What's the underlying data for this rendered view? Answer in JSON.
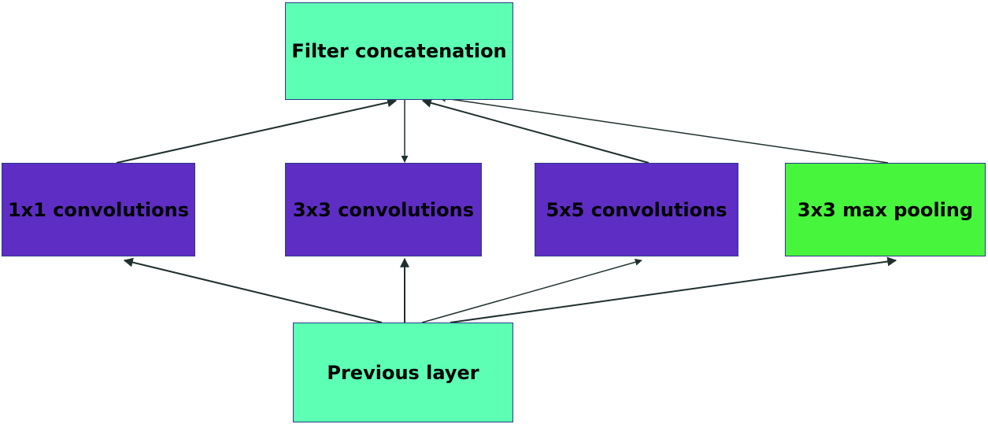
{
  "nodes": {
    "filter_concat": "Filter concatenation",
    "conv_1x1": "1x1 convolutions",
    "conv_3x3": "3x3 convolutions",
    "conv_5x5": "5x5 convolutions",
    "max_pool": "3x3 max pooling",
    "previous_layer": "Previous layer"
  },
  "colors": {
    "teal_fill": "#5cffb3",
    "purple_fill": "#5e2dc4",
    "green_fill": "#47f53c",
    "border": "#2a3a8a",
    "arrow": "#1f2f2f"
  }
}
